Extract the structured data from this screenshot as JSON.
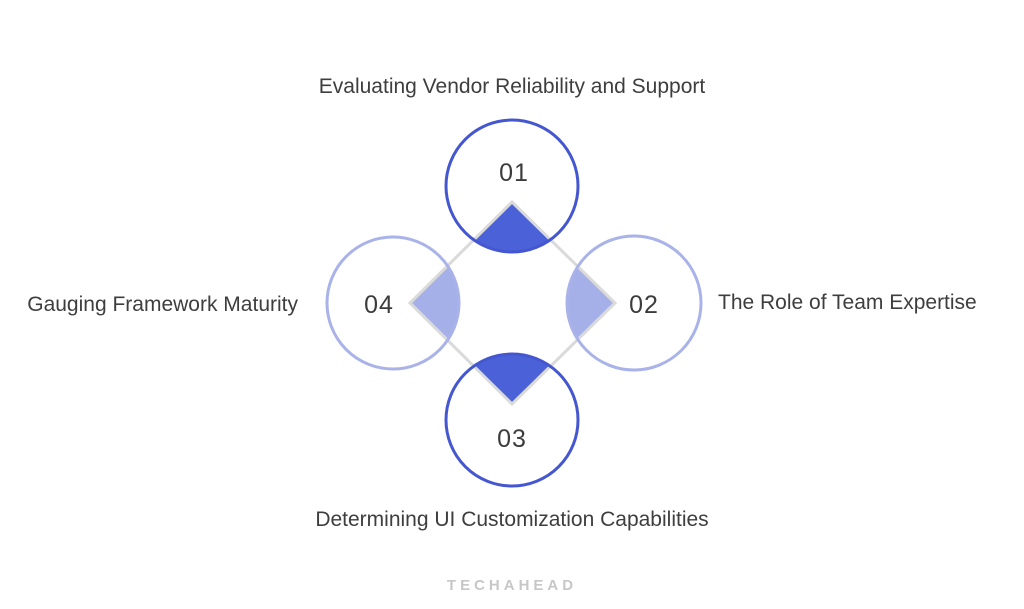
{
  "diagram": {
    "title_hint": "four-step framework evaluation cycle",
    "items": [
      {
        "number": "01",
        "label": "Evaluating Vendor Reliability and Support",
        "tone": "dark",
        "position": "top"
      },
      {
        "number": "02",
        "label": "The Role of Team Expertise",
        "tone": "light",
        "position": "right"
      },
      {
        "number": "03",
        "label": "Determining UI Customization Capabilities",
        "tone": "dark",
        "position": "bottom"
      },
      {
        "number": "04",
        "label": "Gauging Framework Maturity",
        "tone": "light",
        "position": "left"
      }
    ],
    "colors": {
      "dark_circle_stroke": "#4557d0",
      "dark_wedge_fill": "#4a61d8",
      "light_circle_stroke": "#a9b3e9",
      "light_wedge_fill": "#a5b0e9",
      "diamond_stroke": "#dadada",
      "label_text": "#3e3e3e",
      "background": "#ffffff"
    }
  },
  "footer": {
    "logo_text": "TECHAHEAD",
    "logo_color": "#c7c7c7"
  }
}
